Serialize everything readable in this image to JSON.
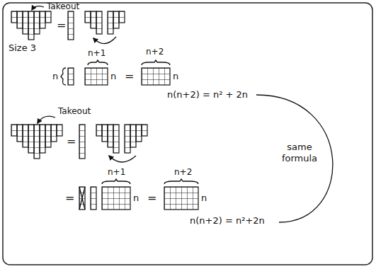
{
  "diagram": {
    "labels": [
      "Takeout",
      "=",
      "Size 3",
      "n",
      "n+1",
      "n",
      "=",
      "n+2",
      "n",
      "n(n+2) = n² + 2n",
      "Takeout",
      "=",
      "=",
      "n+1",
      "n",
      "=",
      "n+2",
      "n",
      "n(n+2) = n²+2n",
      "same formula"
    ]
  }
}
